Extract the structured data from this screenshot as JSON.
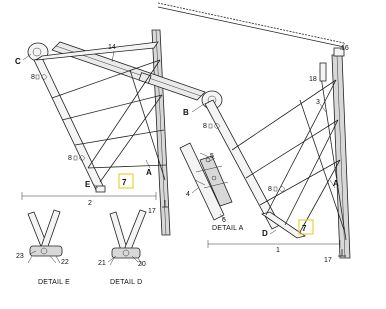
{
  "labels": {
    "c": "C",
    "n14": "14",
    "n16": "16",
    "n18": "18",
    "n3": "3",
    "b": "B",
    "n8a": "8",
    "n8b": "8",
    "n8c": "8",
    "n8d": "8",
    "n5": "5",
    "n4": "4",
    "n6": "6",
    "a1": "A",
    "a2": "A",
    "e": "E",
    "n7a": "7",
    "n7b": "7",
    "n2": "2",
    "n17a": "17",
    "n17b": "17",
    "d": "D",
    "n1": "1",
    "n23": "23",
    "n22": "22",
    "n21": "21",
    "n20": "20"
  },
  "details": {
    "a": "DETAIL A",
    "e": "DETAIL E",
    "d": "DETAIL D"
  },
  "colors": {
    "highlight": "#e3d43a",
    "line": "#222222"
  }
}
